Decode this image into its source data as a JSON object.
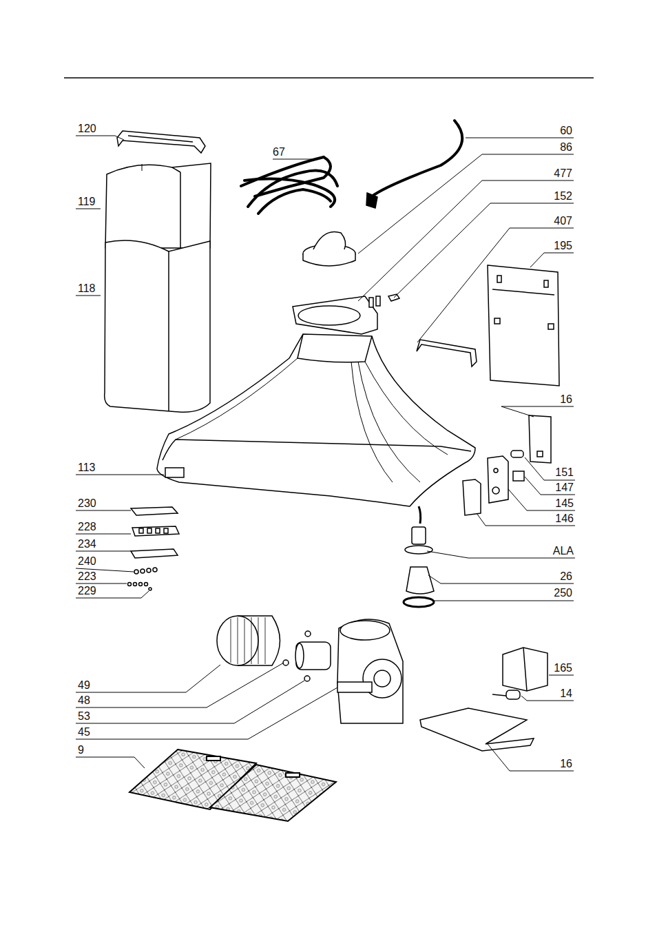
{
  "diagram": {
    "labels": [
      "120",
      "60",
      "67",
      "86",
      "477",
      "119",
      "152",
      "407",
      "195",
      "118",
      "16",
      "113",
      "151",
      "230",
      "147",
      "145",
      "228",
      "146",
      "234",
      "240",
      "ALA",
      "223",
      "26",
      "229",
      "250",
      "165",
      "49",
      "14",
      "48",
      "53",
      "45",
      "9",
      "16"
    ]
  }
}
